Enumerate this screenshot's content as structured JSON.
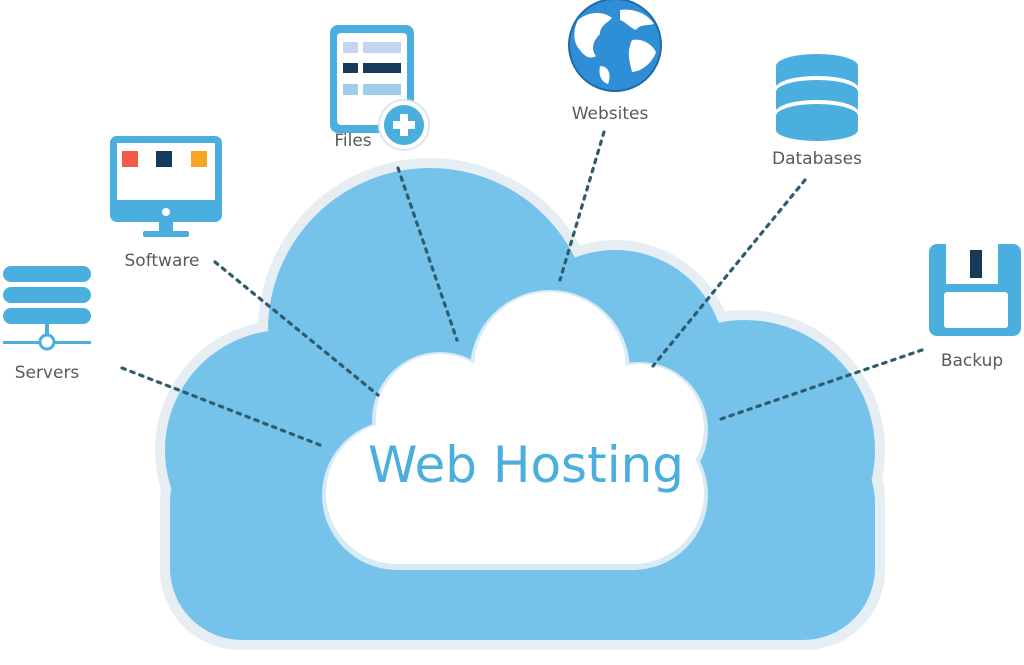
{
  "title": "Web Hosting",
  "nodes": {
    "servers": {
      "label": "Servers",
      "icon": "server-stack-icon"
    },
    "software": {
      "label": "Software",
      "icon": "monitor-icon"
    },
    "files": {
      "label": "Files",
      "icon": "file-add-icon"
    },
    "websites": {
      "label": "Websites",
      "icon": "globe-icon"
    },
    "databases": {
      "label": "Databases",
      "icon": "database-icon"
    },
    "backup": {
      "label": "Backup",
      "icon": "floppy-disk-icon"
    }
  },
  "colors": {
    "cloud_outer": "#75c2ea",
    "cloud_outer_border": "#e6eef3",
    "cloud_inner": "#ffffff",
    "icon_blue": "#4aaede",
    "connector": "#2f5d6e",
    "text": "#555a5f"
  }
}
